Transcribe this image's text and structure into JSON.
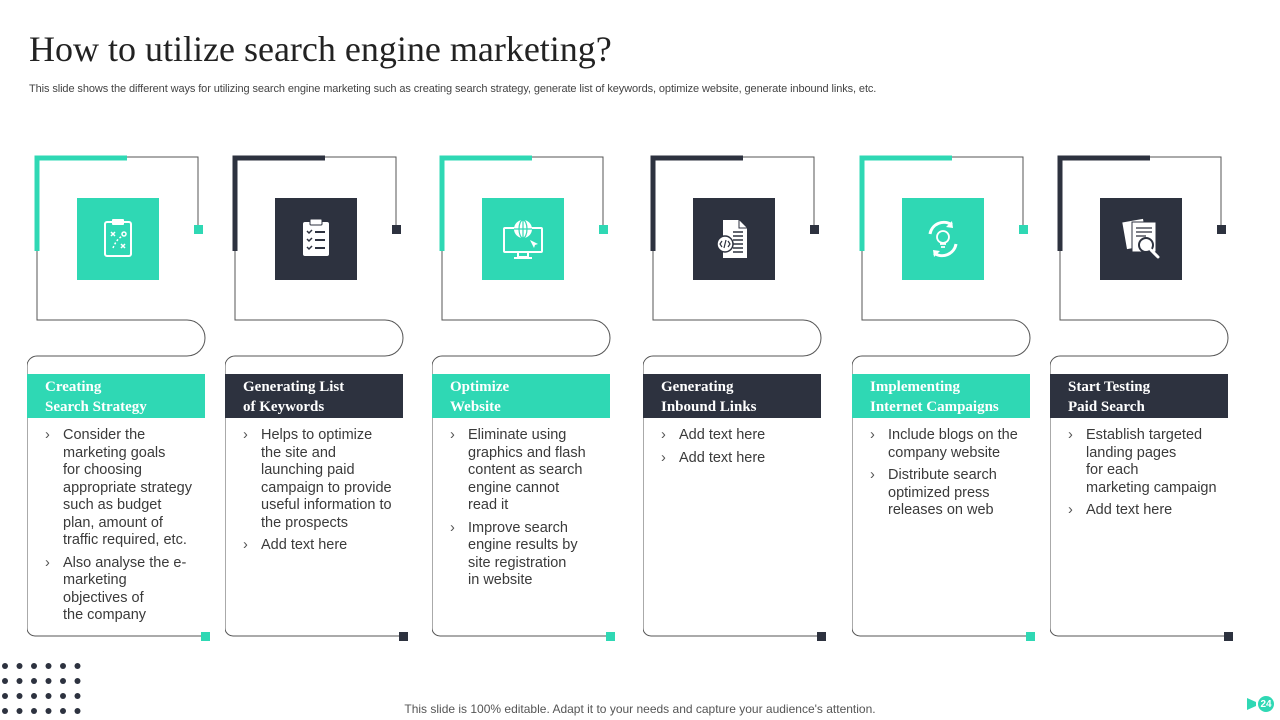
{
  "title": "How to utilize search engine marketing?",
  "subtitle": "This slide shows the different ways for utilizing search engine marketing such as creating search strategy, generate list of keywords, optimize website, generate inbound links, etc.",
  "colors": {
    "teal": "#2fd8b4",
    "dark": "#2d323f"
  },
  "cards": [
    {
      "theme": "teal",
      "icon": "strategy-clipboard-icon",
      "heading": [
        "Creating",
        "Search Strategy"
      ],
      "bullets": [
        "Consider the\nmarketing goals\nfor choosing\nappropriate strategy\nsuch as budget\nplan, amount of\ntraffic required, etc.",
        "Also analyse the e-\nmarketing\nobjectives of\nthe company"
      ]
    },
    {
      "theme": "dark",
      "icon": "checklist-icon",
      "heading": [
        "Generating List",
        "of Keywords"
      ],
      "bullets": [
        "Helps to optimize\nthe site and\nlaunching paid\ncampaign to provide\nuseful information to\nthe prospects",
        "Add text here"
      ]
    },
    {
      "theme": "teal",
      "icon": "web-monitor-icon",
      "heading": [
        "Optimize",
        "Website"
      ],
      "bullets": [
        "Eliminate using\ngraphics and flash\ncontent as search\nengine cannot\nread it",
        "Improve search\nengine results by\nsite registration\nin website"
      ]
    },
    {
      "theme": "dark",
      "icon": "code-document-icon",
      "heading": [
        "Generating",
        "Inbound  Links"
      ],
      "bullets": [
        "Add text here",
        "Add text here"
      ]
    },
    {
      "theme": "teal",
      "icon": "idea-cycle-icon",
      "heading": [
        "Implementing",
        "Internet Campaigns"
      ],
      "bullets": [
        "Include blogs on the\ncompany website",
        "Distribute search\noptimized press\nreleases on web"
      ]
    },
    {
      "theme": "dark",
      "icon": "document-search-icon",
      "heading": [
        "Start Testing",
        "Paid Search"
      ],
      "bullets": [
        "Establish targeted\nlanding pages\nfor each\nmarketing campaign",
        "Add text here"
      ]
    }
  ],
  "footer": "This slide is 100% editable. Adapt it to your needs and capture your audience's attention.",
  "page_number": "24"
}
